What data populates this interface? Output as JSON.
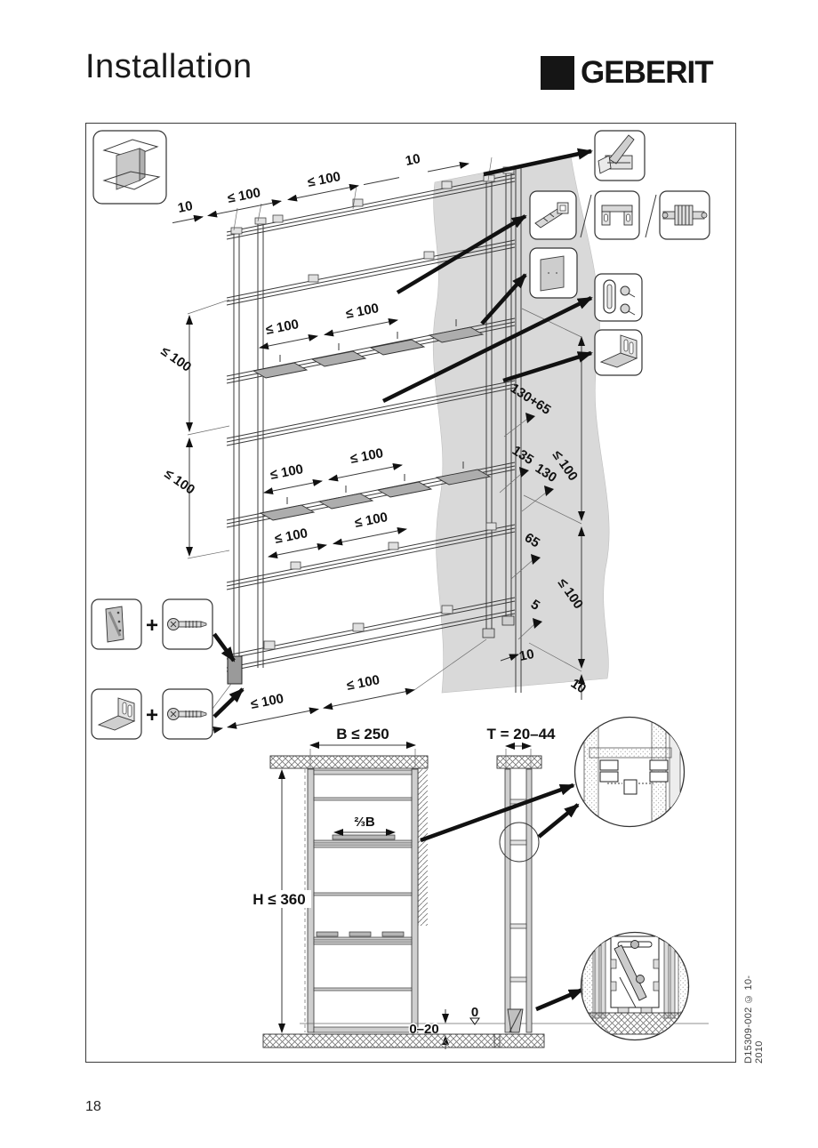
{
  "header": {
    "title": "Installation",
    "logo_text": "GEBERIT"
  },
  "footer": {
    "page_number": "18",
    "doc_number": "D15309-002 © 10-2010"
  },
  "figure": {
    "labels": {
      "d10": "10",
      "leq100": "≤ 100",
      "d130p65": "130+65",
      "d135": "135",
      "d130": "130",
      "d65": "65",
      "d5": "5",
      "plus": "+"
    },
    "front_view": {
      "width": "B ≤ 250",
      "shelf_width": "⅔B",
      "height": "H ≤ 360",
      "level_zero": "0",
      "floor_gap": "0–20"
    },
    "side_view": {
      "depth": "T = 20–44"
    },
    "icons": {
      "context_icon": "prewall-panel",
      "tool_icon": "crimping-tool",
      "part_icons": [
        "square-rail-connector",
        "rail-bracket",
        "rail-coupling"
      ],
      "plate_icon": "protection-plate",
      "fixation_icon": "slotted-plate-with-screws",
      "angle_icon": "angle-bracket",
      "wall_bracket_icon": "wall-anchor-bracket",
      "bolt_icon": "hanger-bolt"
    }
  }
}
